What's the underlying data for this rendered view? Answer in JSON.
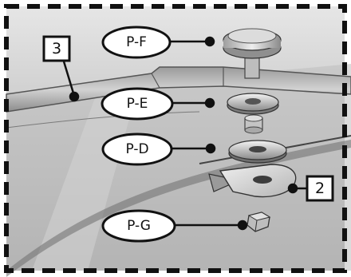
{
  "part_labels": {
    "pf": "P-F",
    "pe": "P-E",
    "pd": "P-D",
    "pg": "P-G"
  },
  "callouts": {
    "c3": "3",
    "c2": "2"
  },
  "colors": {
    "frame_dash": "#111111",
    "background": "#c8c8c8",
    "label_fill": "#ffffff",
    "label_stroke": "#111111"
  }
}
